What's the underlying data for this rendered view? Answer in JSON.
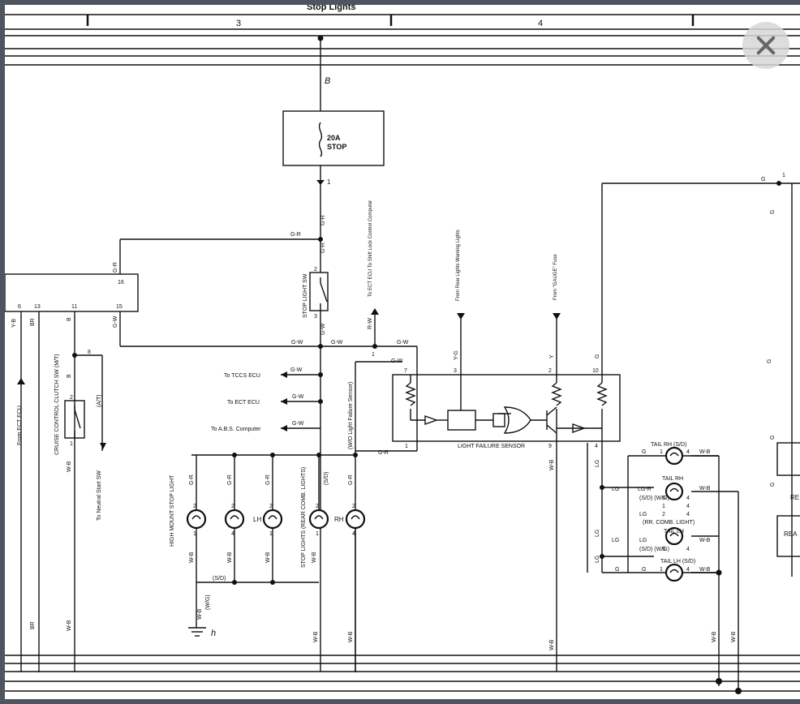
{
  "header": {
    "title": "Stop Lights",
    "columns": [
      "3",
      "4"
    ]
  },
  "fuse": {
    "label_amp": "20A",
    "label_name": "STOP",
    "wire_in": "B",
    "pin": "1"
  },
  "stop_light_sw": {
    "label": "STOP LIGHT SW",
    "pin_top": "2",
    "pin_bottom": "3"
  },
  "ect_connector": {
    "pins": [
      "16",
      "6",
      "13",
      "11",
      "15"
    ]
  },
  "wires": {
    "gr": "G-R",
    "gw": "G-W",
    "yb": "Y-B",
    "br": "BR",
    "b": "B",
    "wb": "W-B",
    "g": "G",
    "lg": "LG",
    "rw": "R-W",
    "yg": "Y-G",
    "y": "Y",
    "lgr": "LG-R",
    "wo_lfs": "(W/O Light Failure Sensor)",
    "at": "(A/T)",
    "sd": "(S/D)",
    "wg": "(W/G)"
  },
  "labels": {
    "from_ect_ecu": "From ECT ECU",
    "cruise_clutch_sw": "CRUISE CONTROL CLUTCH SW (M/T)",
    "to_neutral_start": "To Neutral Start SW",
    "to_tccs": "To TCCS ECU",
    "to_ect": "To ECT ECU",
    "to_abs": "To A.B.S. Computer",
    "to_ect_shift": "To ECT ECU To Shift Lock Control Computer",
    "from_rear_lights": "From Rear Lights Warning Lights",
    "from_gauge_fuse": "From \"GAUGE\" Fuse",
    "light_failure_sensor": "LIGHT FAILURE SENSOR",
    "high_mount": "HIGH MOUNT STOP LIGHT",
    "stop_lights_rear": "STOP LIGHTS (REAR COMB. LIGHTS)",
    "lh": "LH",
    "rh": "RH",
    "tail_rh_sd": "TAIL RH (S/D)",
    "tail_rh": "TAIL RH",
    "sd_wg": "(S/D) (W/G)",
    "rr_comb": "(RR. COMB. LIGHT)",
    "tail_lh": "TAIL LH",
    "tail_lh_sd": "TAIL LH (S/D)",
    "ground_h": "h",
    "rea_1": "RE",
    "rea_2": "REA"
  },
  "pins": {
    "sw_8": "8",
    "cc_2": "2",
    "cc_1": "1",
    "ect_1": "1",
    "lfs_7": "7",
    "lfs_3": "3",
    "lfs_2": "2",
    "lfs_10": "10",
    "lfs_1": "1",
    "lfs_9": "9",
    "lfs_4": "4",
    "bulb_top": "2",
    "bulb_bot_1": "1",
    "bulb_bot_4": "4",
    "tail_1": "1",
    "tail_4": "4",
    "tail_5": "5",
    "tail_2": "2",
    "g_1": "1"
  }
}
